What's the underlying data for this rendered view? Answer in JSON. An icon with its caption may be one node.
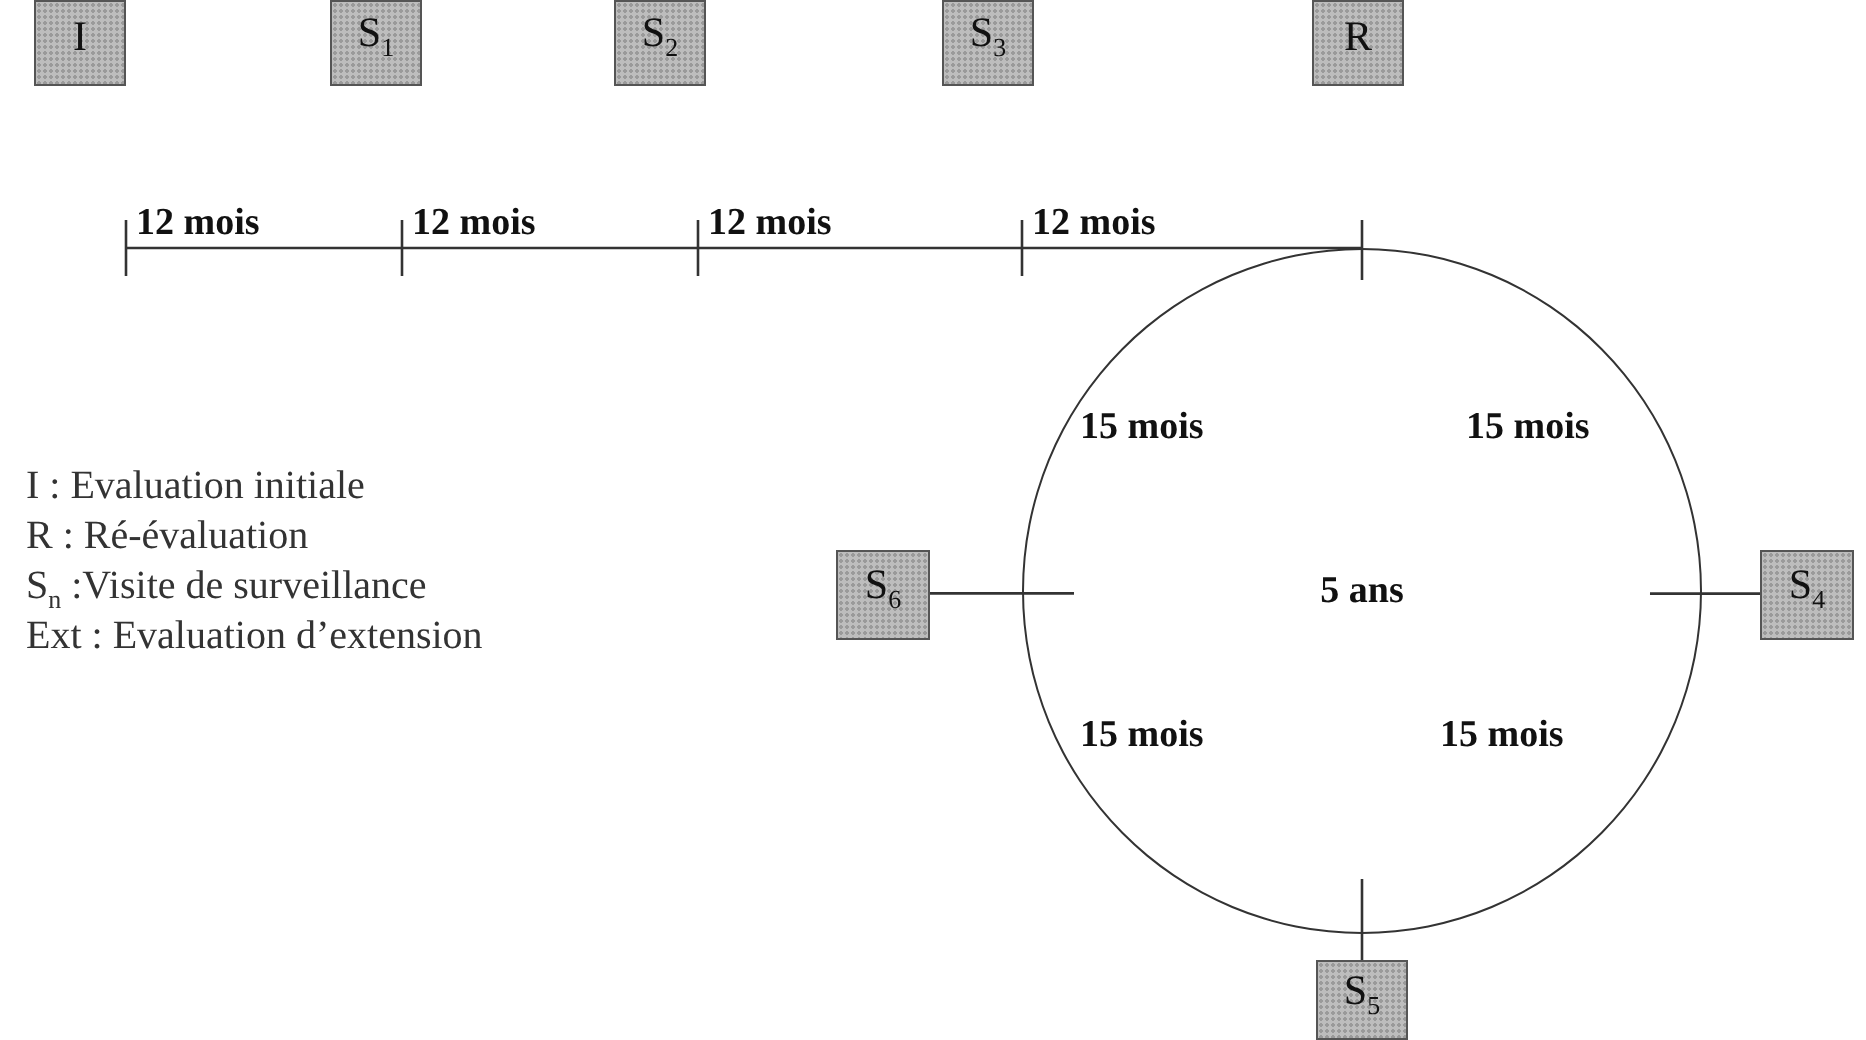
{
  "diagram": {
    "nodes": [
      {
        "text": [
          "I"
        ]
      },
      {
        "text": [
          "S$_{1}$"
        ]
      },
      {
        "text": [
          "S$_{2}$"
        ]
      },
      {
        "text": [
          "S$_{3}$"
        ]
      },
      {
        "text": [
          "R"
        ]
      },
      {
        "text": [
          "5 ans"
        ]
      },
      {
        "text": [
          "S$_{6}$"
        ]
      },
      {
        "text": [
          "S$_{4}$"
        ]
      },
      {
        "text": [
          "S$_{5}$"
        ]
      }
    ],
    "edges": [
      {
        "from": 5,
        "to": 6,
        "arrow": "none"
      },
      {
        "from": 5,
        "to": 7,
        "arrow": "none"
      },
      {
        "from": 5,
        "to": 8,
        "arrow": "none"
      }
    ],
    "labels": [
      "12 mois",
      "12 mois",
      "12 mois",
      "12 mois",
      "15 mois",
      "15 mois",
      "15 mois",
      "15 mois",
      "I : Evaluation initiale",
      "R : Ré-évaluation",
      "S$_{n}$ :Visite de surveillance",
      "Ext : Evaluation d’extension"
    ]
  }
}
